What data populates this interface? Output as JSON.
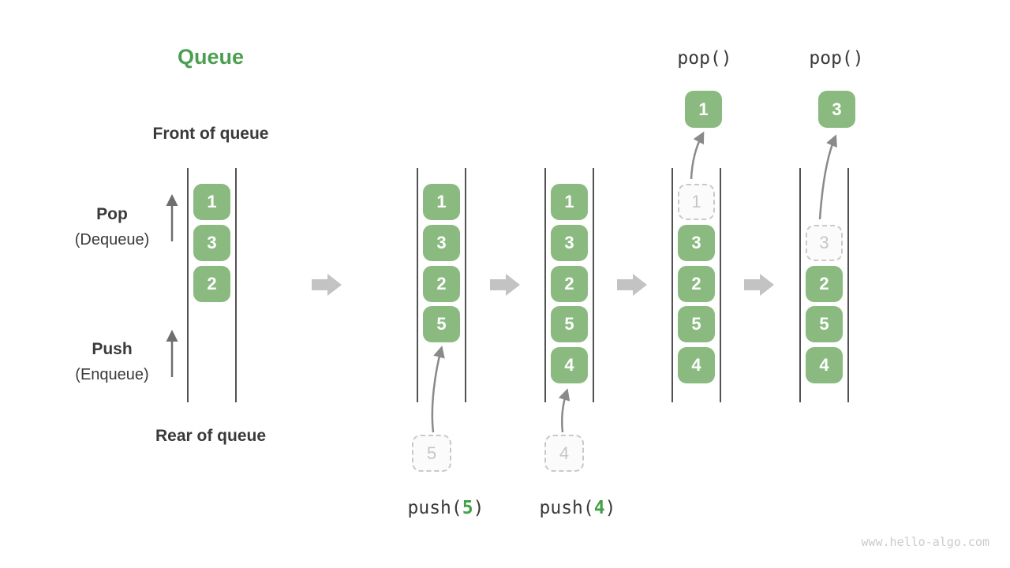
{
  "title": "Queue",
  "watermark": "www.hello-algo.com",
  "side": {
    "front": "Front of queue",
    "rear": "Rear of queue",
    "pop": "Pop",
    "pop_sub": "(Dequeue)",
    "push": "Push",
    "push_sub": "(Enqueue)"
  },
  "colors": {
    "box_green": "#8bba80",
    "title_green": "#4c9f50",
    "op_arg_green": "#43a047",
    "text_dark": "#3a3a3a",
    "rail_gray": "#525252",
    "thin_arrow_gray": "#6e6e6e",
    "curved_arrow_gray": "#8a8a8a",
    "block_arrow_gray": "#c3c3c3",
    "ghost_border_gray": "#c9c9c9",
    "ghost_text_gray": "#c6c6c6",
    "watermark_gray": "#cbcbcb"
  },
  "states": [
    {
      "cells": [
        "1",
        "3",
        "2"
      ]
    },
    {
      "cells": [
        "1",
        "3",
        "2",
        "5"
      ],
      "incoming": "5",
      "op": {
        "fn": "push(",
        "arg": "5",
        "close": ")"
      }
    },
    {
      "cells": [
        "1",
        "3",
        "2",
        "5",
        "4"
      ],
      "incoming": "4",
      "op": {
        "fn": "push(",
        "arg": "4",
        "close": ")"
      }
    },
    {
      "cells": [
        "3",
        "2",
        "5",
        "4"
      ],
      "ghost": "1",
      "popped": "1",
      "op": "pop()"
    },
    {
      "cells": [
        "2",
        "5",
        "4"
      ],
      "ghost": "3",
      "popped": "3",
      "op": "pop()"
    }
  ]
}
